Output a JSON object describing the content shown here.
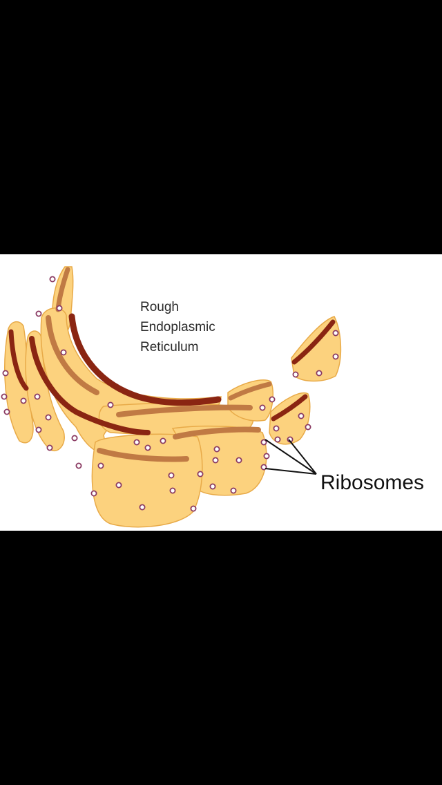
{
  "diagram": {
    "labels": {
      "organelle_lines": [
        "Rough",
        "Endoplasmic",
        "Reticulum"
      ],
      "pointer": "Ribosomes"
    },
    "colors": {
      "screen_background": "#000000",
      "panel_background": "#ffffff",
      "cisterna_fill": "#fcd27e",
      "cisterna_edge": "#e8aa48",
      "lumen_dark": "#8a2512",
      "lumen_light": "#c07a44",
      "ribosome_fill": "#ffffff",
      "ribosome_ring": "#8a3a62",
      "leader_line": "#111111"
    }
  }
}
